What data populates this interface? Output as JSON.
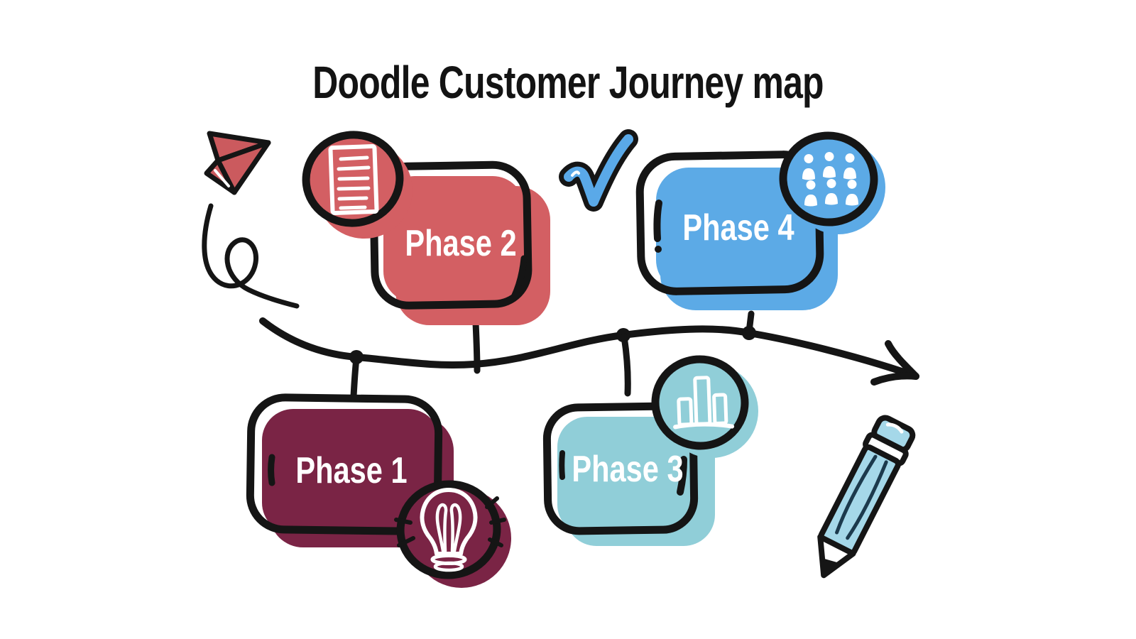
{
  "title": "Doodle Customer Journey map",
  "colors": {
    "ink": "#151515",
    "white": "#ffffff",
    "background": "#ffffff"
  },
  "phases": [
    {
      "label": "Phase 1",
      "color": "#7a2445",
      "icon": "lightbulb-icon"
    },
    {
      "label": "Phase 2",
      "color": "#d35f63",
      "icon": "document-icon"
    },
    {
      "label": "Phase 3",
      "color": "#90ced8",
      "icon": "bar-chart-icon"
    },
    {
      "label": "Phase 4",
      "color": "#5caae6",
      "icon": "users-icon"
    }
  ],
  "decorations": [
    {
      "name": "paper-plane-icon",
      "color": "#cb5a5e"
    },
    {
      "name": "squiggle-line",
      "color": "#151515"
    },
    {
      "name": "checkmark-icon",
      "color": "#5aa9e8"
    },
    {
      "name": "timeline-arrow",
      "color": "#151515"
    },
    {
      "name": "pencil-icon",
      "color": "#a5d8e9"
    }
  ]
}
